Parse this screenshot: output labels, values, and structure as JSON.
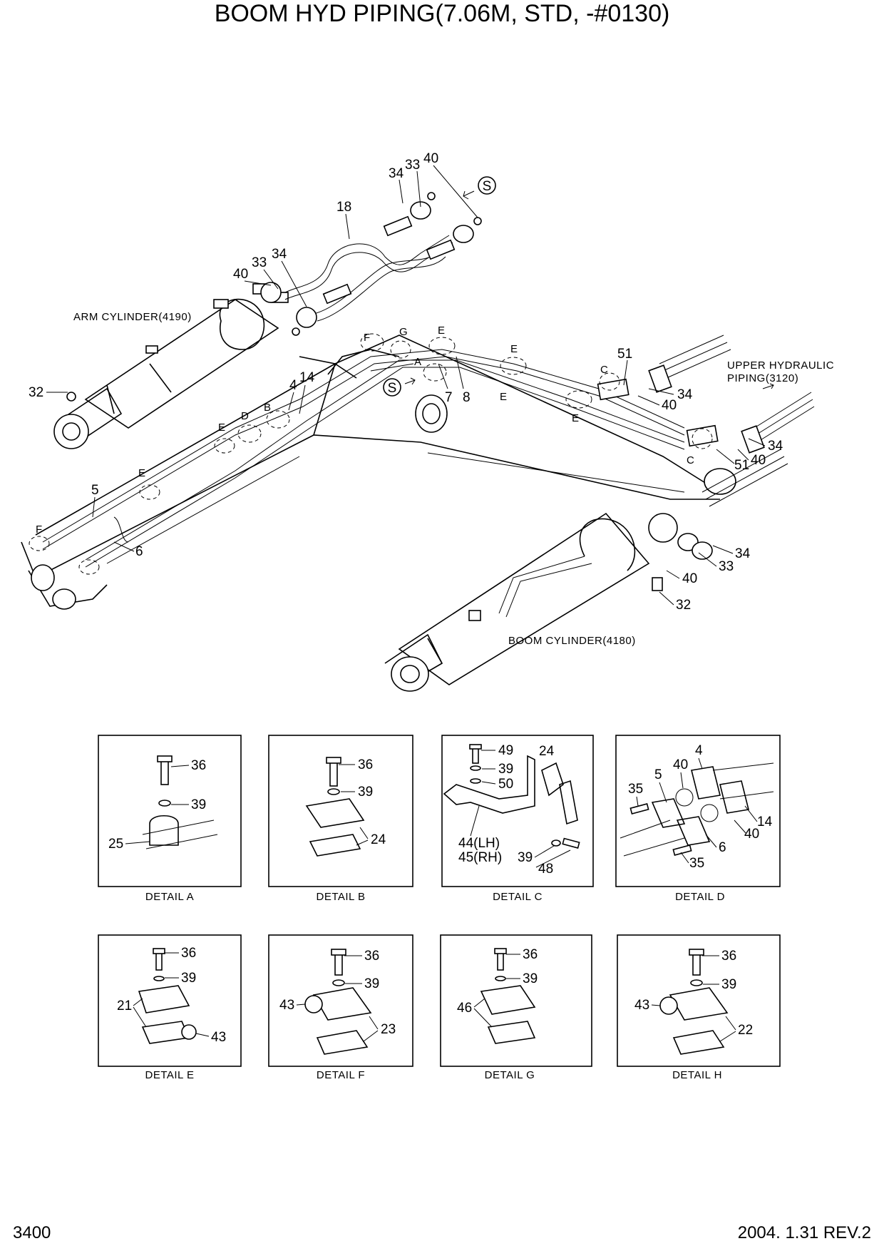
{
  "title": "BOOM HYD PIPING(7.06M, STD, -#0130)",
  "page_number": "3400",
  "revision": "2004. 1.31 REV.2",
  "notes": {
    "arm_cylinder": "ARM CYLINDER(4190)",
    "boom_cylinder": "BOOM CYLINDER(4180)",
    "upper_line1": "UPPER HYDRAULIC",
    "upper_line2": "PIPING(3120)",
    "s_marker": "S"
  },
  "callouts": {
    "c34a": "34",
    "c33a": "33",
    "c40a": "40",
    "c18": "18",
    "c33b": "33",
    "c34b": "34",
    "c40b": "40",
    "c32a": "32",
    "c4": "4",
    "c14": "14",
    "c7": "7",
    "c8": "8",
    "c51a": "51",
    "c34c": "34",
    "c40c": "40",
    "c34d": "34",
    "c40d": "40",
    "c51b": "51",
    "c5": "5",
    "c6": "6",
    "c34e": "34",
    "c33e": "33",
    "c40e": "40",
    "c32b": "32"
  },
  "letters": {
    "F1": "F",
    "G": "G",
    "E1": "E",
    "A": "A",
    "E2": "E",
    "E3": "E",
    "C1": "C",
    "E4": "E",
    "B": "B",
    "D": "D",
    "E5": "E",
    "C2": "C",
    "E6": "E",
    "F2": "F"
  },
  "details": [
    {
      "caption": "DETAIL  A",
      "labels": [
        "36",
        "39",
        "25"
      ]
    },
    {
      "caption": "DETAIL  B",
      "labels": [
        "36",
        "39",
        "24"
      ]
    },
    {
      "caption": "DETAIL  C",
      "labels": [
        "49",
        "39",
        "50",
        "24",
        "44(LH)",
        "45(RH)",
        "39",
        "48"
      ]
    },
    {
      "caption": "DETAIL  D",
      "labels": [
        "4",
        "40",
        "5",
        "35",
        "14",
        "40",
        "6",
        "35"
      ]
    },
    {
      "caption": "DETAIL  E",
      "labels": [
        "36",
        "39",
        "21",
        "43"
      ]
    },
    {
      "caption": "DETAIL  F",
      "labels": [
        "36",
        "39",
        "43",
        "23"
      ]
    },
    {
      "caption": "DETAIL  G",
      "labels": [
        "36",
        "39",
        "46"
      ]
    },
    {
      "caption": "DETAIL  H",
      "labels": [
        "36",
        "39",
        "43",
        "22"
      ]
    }
  ]
}
